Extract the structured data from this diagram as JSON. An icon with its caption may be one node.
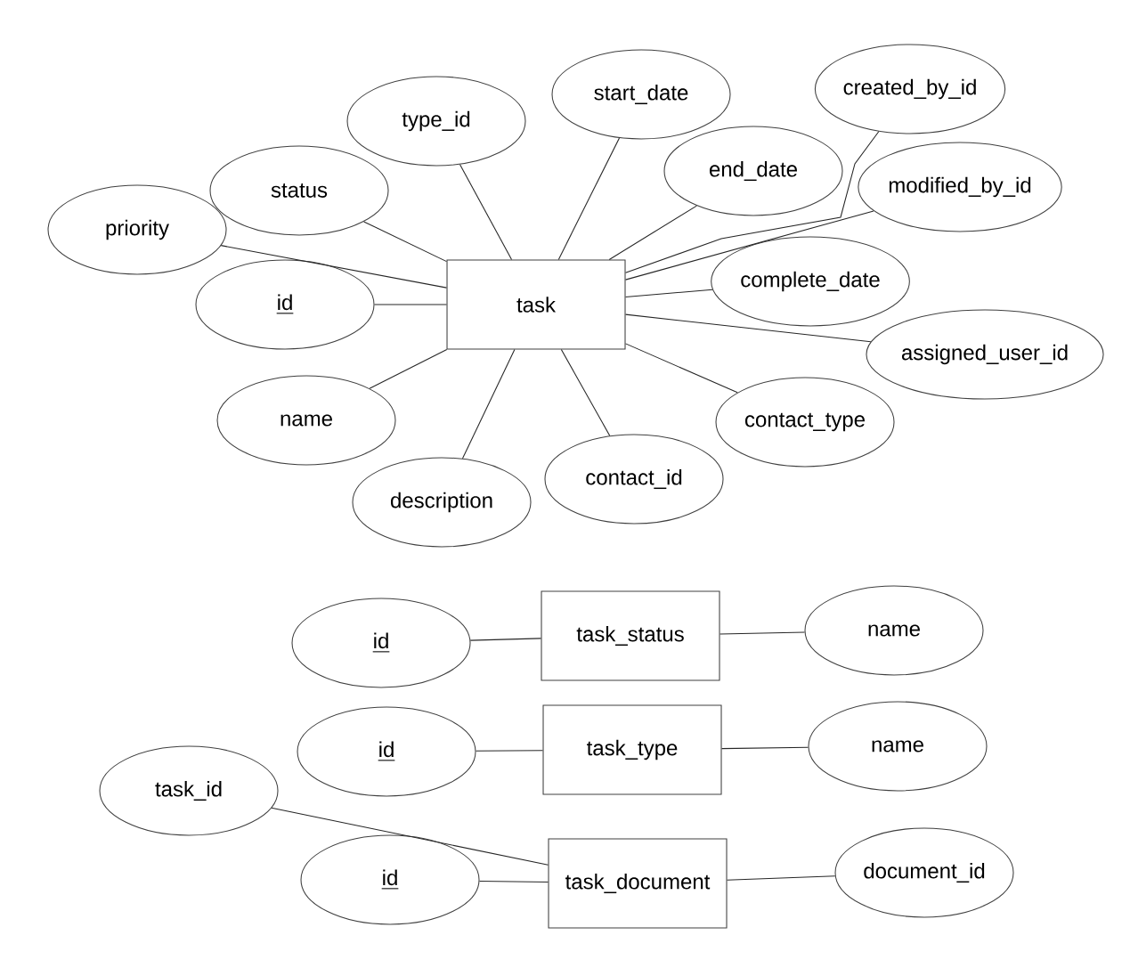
{
  "diagram": {
    "nodes": [
      {
        "text": [
          "task"
        ]
      },
      {
        "text": [
          "priority"
        ]
      },
      {
        "text": [
          "status"
        ]
      },
      {
        "text": [
          "type_id"
        ]
      },
      {
        "text": [
          "start_date"
        ]
      },
      {
        "text": [
          "created_by_id"
        ]
      },
      {
        "text": [
          "end_date"
        ]
      },
      {
        "text": [
          "modified_by_id"
        ]
      },
      {
        "text": [
          "complete_date"
        ]
      },
      {
        "text": [
          "assigned_user_id"
        ]
      },
      {
        "text": [
          "contact_type"
        ]
      },
      {
        "text": [
          "contact_id"
        ]
      },
      {
        "text": [
          "description"
        ]
      },
      {
        "text": [
          "name"
        ]
      },
      {
        "text": [
          "id"
        ]
      },
      {
        "text": [
          "task_status"
        ]
      },
      {
        "text": [
          "id"
        ]
      },
      {
        "text": [
          "name"
        ]
      },
      {
        "text": [
          "task_type"
        ]
      },
      {
        "text": [
          "id"
        ]
      },
      {
        "text": [
          "name"
        ]
      },
      {
        "text": [
          "task_document"
        ]
      },
      {
        "text": [
          "id"
        ]
      },
      {
        "text": [
          "task_id"
        ]
      },
      {
        "text": [
          "document_id"
        ]
      }
    ],
    "edges": [
      {
        "from": 1,
        "to": 0,
        "arrow": "none"
      },
      {
        "from": 2,
        "to": 0,
        "arrow": "none"
      },
      {
        "from": 3,
        "to": 0,
        "arrow": "none"
      },
      {
        "from": 4,
        "to": 0,
        "arrow": "none"
      },
      {
        "from": 5,
        "to": 0,
        "arrow": "none"
      },
      {
        "from": 6,
        "to": 0,
        "arrow": "none"
      },
      {
        "from": 7,
        "to": 0,
        "arrow": "none"
      },
      {
        "from": 8,
        "to": 0,
        "arrow": "none"
      },
      {
        "from": 9,
        "to": 0,
        "arrow": "none"
      },
      {
        "from": 10,
        "to": 0,
        "arrow": "none"
      },
      {
        "from": 11,
        "to": 0,
        "arrow": "none"
      },
      {
        "from": 12,
        "to": 0,
        "arrow": "none"
      },
      {
        "from": 13,
        "to": 0,
        "arrow": "none"
      },
      {
        "from": 14,
        "to": 0,
        "arrow": "none"
      },
      {
        "from": 16,
        "to": 15,
        "arrow": "none"
      },
      {
        "from": 15,
        "to": 17,
        "arrow": "none"
      },
      {
        "from": 19,
        "to": 18,
        "arrow": "none"
      },
      {
        "from": 18,
        "to": 20,
        "arrow": "none"
      },
      {
        "from": 23,
        "to": 21,
        "arrow": "none"
      },
      {
        "from": 22,
        "to": 21,
        "arrow": "none"
      },
      {
        "from": 21,
        "to": 24,
        "arrow": "none"
      }
    ]
  }
}
